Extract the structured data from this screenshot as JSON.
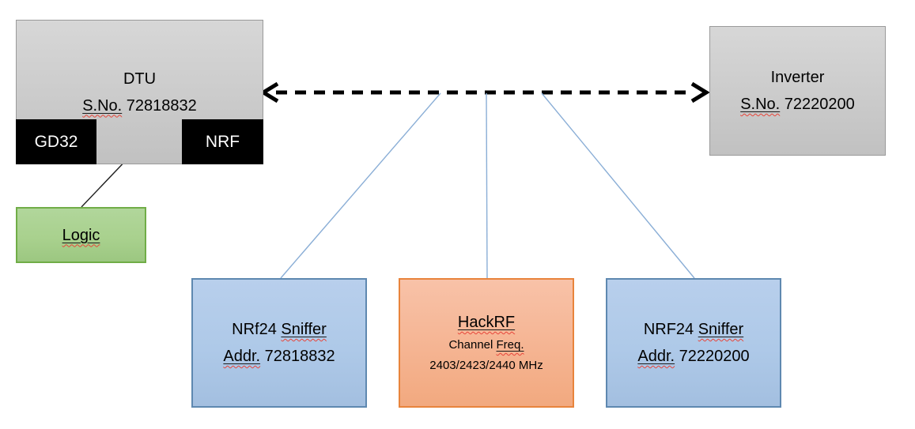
{
  "palette": {
    "gray_fill": "#cbcbcb",
    "gray_border": "#9a9a9a",
    "chip_fill": "#000000",
    "chip_text": "#ffffff",
    "green_fill": "#a9d18e",
    "green_border": "#70ad47",
    "blue_fill": "#aec9e8",
    "blue_border": "#5e88b0",
    "orange_fill": "#f5b492",
    "orange_border": "#e8843c",
    "rf_arrow": "#000000",
    "tap_line_blue": "#8aaed6",
    "spellcheck_red": "#e8453a"
  },
  "boxes": {
    "dtu": {
      "title": "DTU",
      "serial": [
        {
          "t": "S.No.",
          "flag": true
        },
        {
          "t": " 72818832",
          "flag": false
        }
      ],
      "gd32_label": "GD32",
      "nrf_label": "NRF"
    },
    "inverter": {
      "title": "Inverter",
      "serial": [
        {
          "t": "S.No.",
          "flag": true
        },
        {
          "t": " 72220200",
          "flag": false
        }
      ]
    },
    "logic": {
      "label": [
        {
          "t": "Logic",
          "flag": true
        }
      ]
    },
    "sniffer_left": {
      "line1": [
        {
          "t": "NRf24 ",
          "flag": false
        },
        {
          "t": "Sniffer",
          "flag": true
        }
      ],
      "line2": [
        {
          "t": "Addr.",
          "flag": true
        },
        {
          "t": " 72818832",
          "flag": false
        }
      ]
    },
    "hackrf": {
      "title": [
        {
          "t": "HackRF",
          "flag": true
        }
      ],
      "line2": [
        {
          "t": "Channel ",
          "flag": false
        },
        {
          "t": "Freq.",
          "flag": true
        }
      ],
      "line3": "2403/2423/2440 MHz"
    },
    "sniffer_right": {
      "line1": [
        {
          "t": "NRF24 ",
          "flag": false
        },
        {
          "t": "Sniffer",
          "flag": true
        }
      ],
      "line2": [
        {
          "t": "Addr.",
          "flag": true
        },
        {
          "t": " 72220200",
          "flag": false
        }
      ]
    }
  },
  "connectors": {
    "rf_link": {
      "type": "dashed-double-arrow",
      "from": "DTU",
      "to": "Inverter"
    },
    "gd32_nrf_bus": {
      "type": "double-arrow",
      "from": "GD32",
      "to": "NRF"
    },
    "logic_tap": {
      "type": "line",
      "from": "GD32-NRF bus",
      "to": "Logic"
    },
    "tap_left": {
      "type": "line",
      "from": "RF link",
      "to": "NRf24 Sniffer Addr. 72818832"
    },
    "tap_center": {
      "type": "line",
      "from": "RF link",
      "to": "HackRF"
    },
    "tap_right": {
      "type": "line",
      "from": "RF link",
      "to": "NRF24 Sniffer Addr. 72220200"
    }
  }
}
